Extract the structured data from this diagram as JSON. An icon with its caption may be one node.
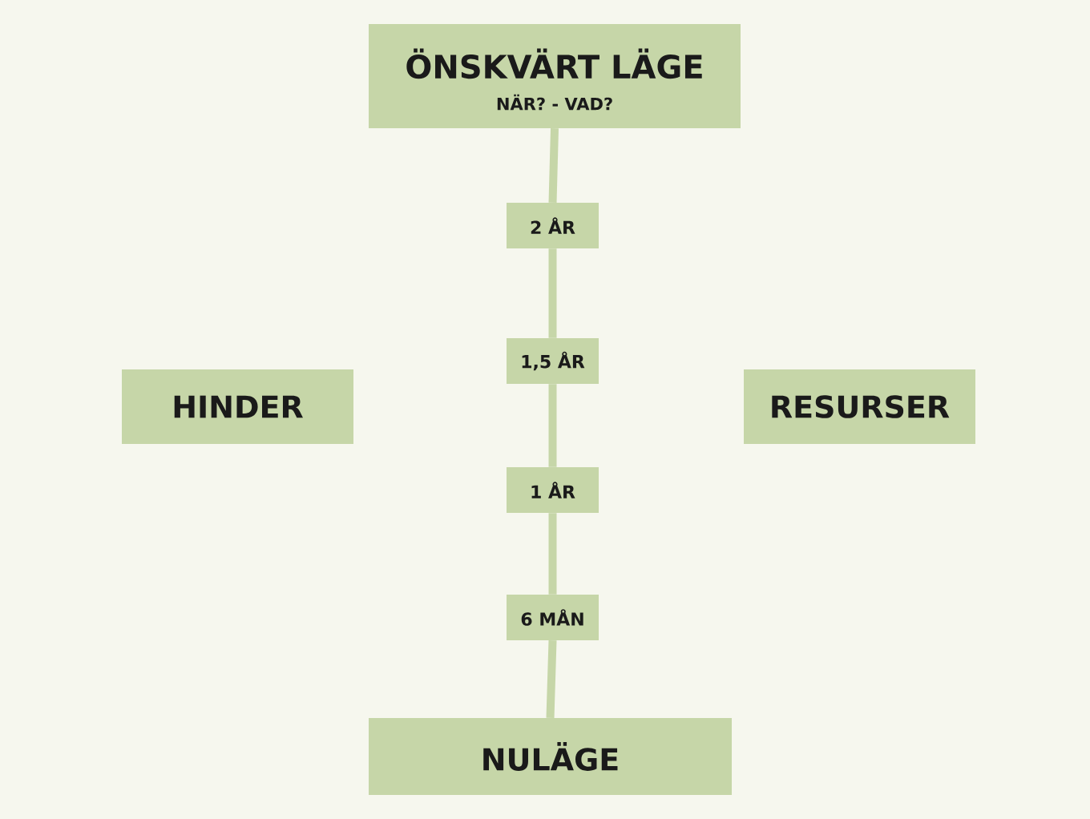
{
  "diagram": {
    "nodes": [
      {
        "text": [
          "ÖNSKVÄRT LÄGE",
          "NÄR? - VAD?"
        ]
      },
      {
        "text": [
          "2 ÅR"
        ]
      },
      {
        "text": [
          "1,5 ÅR"
        ]
      },
      {
        "text": [
          "HINDER"
        ]
      },
      {
        "text": [
          "RESURSER"
        ]
      },
      {
        "text": [
          "1 ÅR"
        ]
      },
      {
        "text": [
          "6 MÅN"
        ]
      },
      {
        "text": [
          "NULÄGE"
        ]
      }
    ],
    "edges": [
      {
        "from": 0,
        "to": 1,
        "arrow": "none"
      },
      {
        "from": 1,
        "to": 2,
        "arrow": "none"
      },
      {
        "from": 2,
        "to": 5,
        "arrow": "none"
      },
      {
        "from": 5,
        "to": 6,
        "arrow": "none"
      },
      {
        "from": 6,
        "to": 7,
        "arrow": "none"
      }
    ]
  }
}
